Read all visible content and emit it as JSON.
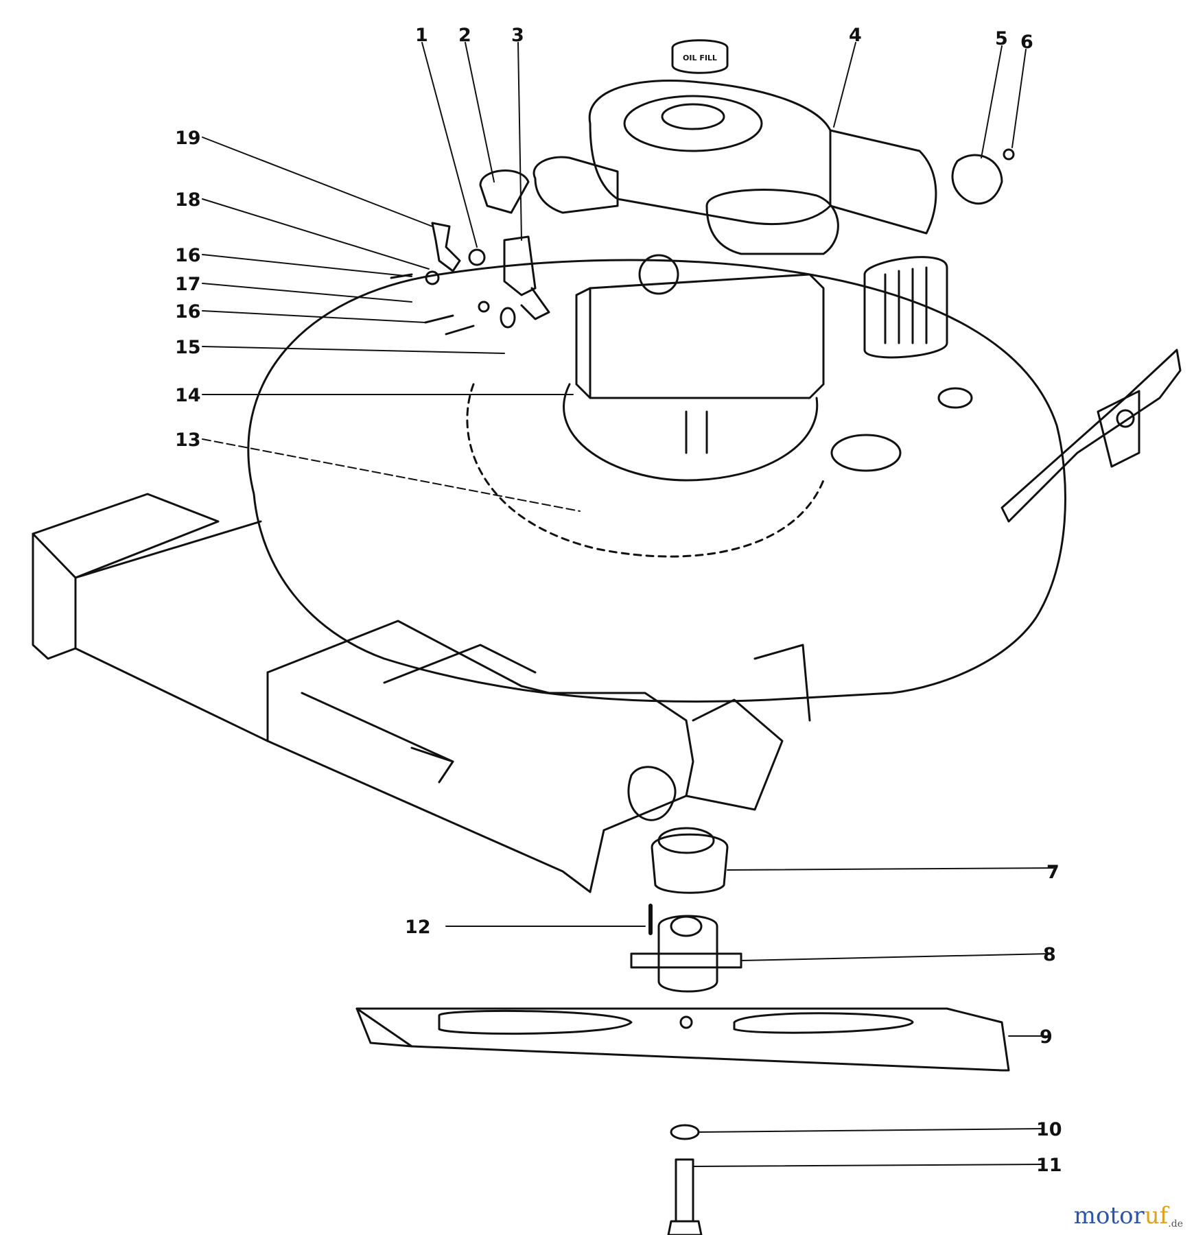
{
  "diagram": {
    "callouts": [
      {
        "number": "1"
      },
      {
        "number": "2"
      },
      {
        "number": "3"
      },
      {
        "number": "4"
      },
      {
        "number": "5"
      },
      {
        "number": "6"
      },
      {
        "number": "7"
      },
      {
        "number": "8"
      },
      {
        "number": "9"
      },
      {
        "number": "10"
      },
      {
        "number": "11"
      },
      {
        "number": "12"
      },
      {
        "number": "13"
      },
      {
        "number": "14"
      },
      {
        "number": "15"
      },
      {
        "number": "16"
      },
      {
        "number": "17"
      },
      {
        "number": "16"
      },
      {
        "number": "18"
      },
      {
        "number": "19"
      }
    ],
    "engine_cap_text": "OIL FILL"
  },
  "watermark": {
    "text_main": "motor",
    "text_accent": "uf",
    "text_domain": ".de"
  }
}
